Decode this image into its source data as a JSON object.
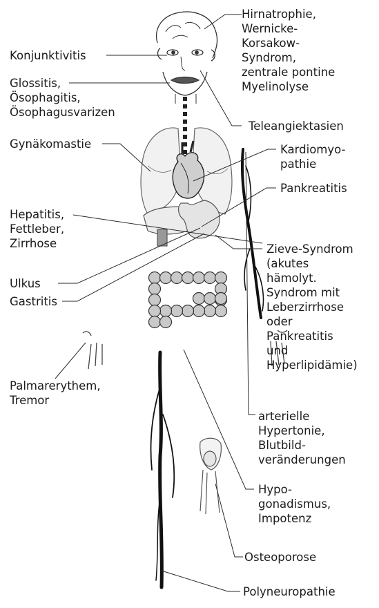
{
  "labels": {
    "hirnatrophie": "Hirnatrophie,\nWernicke-\nKorsakow-\nSyndrom,\nzentrale pontine\nMyelinolyse",
    "konjunktivitis": "Konjunktivitis",
    "glossitis": "Glossitis,\nÖsophagitis,\nÖsophagusvarizen",
    "teleangiektasien": "Teleangiektasien",
    "gynaekomastie": "Gynäkomastie",
    "kardiomyopathie": "Kardiomyo-\npathie",
    "pankreatitis": "Pankreatitis",
    "hepatitis": "Hepatitis,\nFettleber,\nZirrhose",
    "zieve": "Zieve-Syndrom\n(akutes\nhämolyt.\nSyndrom mit\nLeberzirrhose\noder\nPankreatitis\nund\nHyperlipidämie)",
    "ulkus": "Ulkus",
    "gastritis": "Gastritis",
    "palmarerythem": "Palmarerythem,\nTremor",
    "hypertonie": "arterielle\nHypertonie,\nBlutbild-\nveränderungen",
    "hypogonadismus": "Hypo-\ngonadismus,\nImpotenz",
    "osteoporose": "Osteoporose",
    "polyneuropathie": "Polyneuropathie"
  },
  "colors": {
    "ink": "#1b1b1b",
    "organ_fill": "#f1f1f1",
    "organ_shade": "#dadada",
    "intestine": "#c9c9c9",
    "leader_line": "#2a2a2a"
  }
}
